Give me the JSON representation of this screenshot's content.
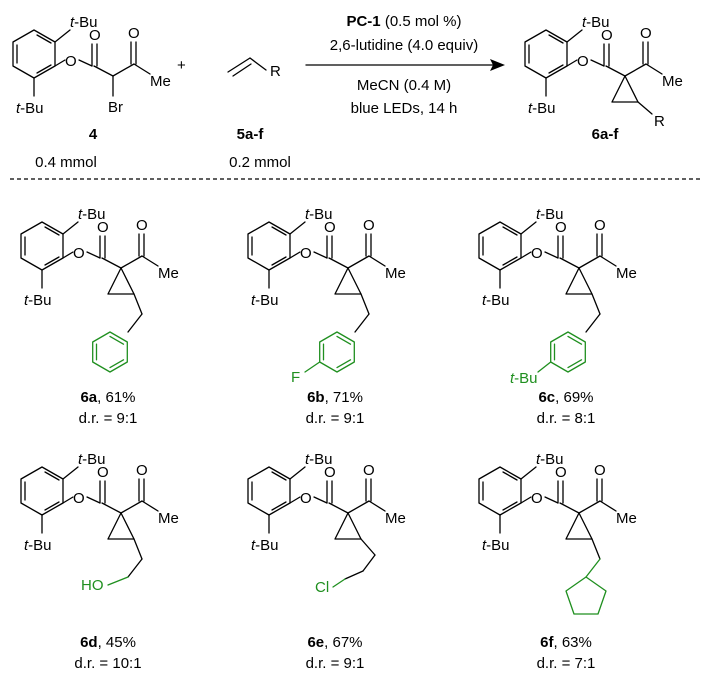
{
  "reaction": {
    "substrate_label": "4",
    "substrate_amount": "0.4 mmol",
    "alkene_label": "5a-f",
    "alkene_amount": "0.2 mmol",
    "plus": "+",
    "catalyst": "PC-1",
    "catalyst_loading": " (0.5 mol %)",
    "base": "2,6-lutidine (4.0 equiv)",
    "solvent": "MeCN (0.4 M)",
    "conditions": "blue LEDs, 14 h",
    "product_label": "6a-f"
  },
  "atoms": {
    "tbu_prefix": "t",
    "tbu_suffix": "-Bu",
    "oxygen": "O",
    "methyl": "Me",
    "bromine": "Br",
    "r_group": "R"
  },
  "colors": {
    "substituent": "#1f8f1f",
    "text": "#000000"
  },
  "products": [
    {
      "id": "6a",
      "yield": ", 61%",
      "dr": "d.r. = 9:1",
      "substituent": "phenyl",
      "label_text": ""
    },
    {
      "id": "6b",
      "yield": ", 71%",
      "dr": "d.r. = 9:1",
      "substituent": "4-fluorophenyl",
      "label_text": "F"
    },
    {
      "id": "6c",
      "yield": ", 69%",
      "dr": "d.r. = 8:1",
      "substituent": "4-tert-butylphenyl",
      "label_text": "-Bu",
      "label_prefix": "t"
    },
    {
      "id": "6d",
      "yield": ", 45%",
      "dr": "d.r. = 10:1",
      "substituent": "hydroxyethyl",
      "label_text": "HO"
    },
    {
      "id": "6e",
      "yield": ", 67%",
      "dr": "d.r. = 9:1",
      "substituent": "chlorobutyl",
      "label_text": "Cl"
    },
    {
      "id": "6f",
      "yield": ", 63%",
      "dr": "d.r. = 7:1",
      "substituent": "cyclopentylmethyl",
      "label_text": ""
    }
  ]
}
